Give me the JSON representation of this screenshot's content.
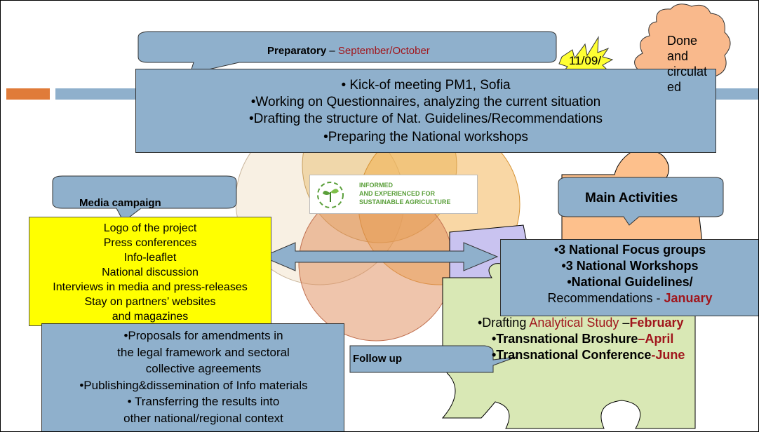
{
  "colors": {
    "box_blue": "#8fb0cc",
    "yellow": "#ffff00",
    "orange_puzzle": "#fdc08c",
    "green_puzzle": "#d9e8b5",
    "lavender_puzzle": "#c9c3f0",
    "accent_red": "#a0161c",
    "cloud_orange": "#f9b98c"
  },
  "preparatory": {
    "title": "Preparatory",
    "dash": " – ",
    "period": "September/October",
    "items": [
      "• Kick-of meeting PM1, Sofia",
      "•Working on Questionnaires, analyzing the current situation",
      "•Drafting the structure of Nat. Guidelines/Recommendations",
      "•Preparing the National workshops"
    ]
  },
  "star": {
    "label": "11/09/"
  },
  "cloud": {
    "lines": [
      "Done",
      "and",
      "circulat",
      "ed"
    ]
  },
  "logo": {
    "lines": [
      "INFORMED",
      "AND EXPERIENCED FOR",
      "SUSTAINABLE AGRICULTURE"
    ]
  },
  "media": {
    "title": "Media campaign",
    "items": [
      "Logo of the project",
      "Press conferences",
      "Info-leaflet",
      "National discussion",
      "Interviews in media and press-releases",
      "Stay on partners’ websites",
      "and magazines"
    ]
  },
  "main": {
    "title": "Main Activities",
    "line1": "•3 National Focus groups",
    "line2": "•3 National Workshops",
    "line3": "•National Guidelines/",
    "line4_a": "Recommendations - ",
    "line4_b": "January",
    "line5_a": "•Drafting ",
    "line5_b": "Analytical Study",
    "line5_c": " –",
    "line5_d": "February",
    "line6_a": "•Transnational Broshure",
    "line6_b": "–April",
    "line7_a": "•Transnational Conference",
    "line7_b": "-June"
  },
  "follow": {
    "title": "Follow up",
    "items": [
      "•Proposals for amendments in",
      "the legal framework and sectoral",
      "collective agreements",
      "•Publishing&dissemination of Info materials",
      "• Transferring the results into",
      "other national/regional context"
    ]
  }
}
